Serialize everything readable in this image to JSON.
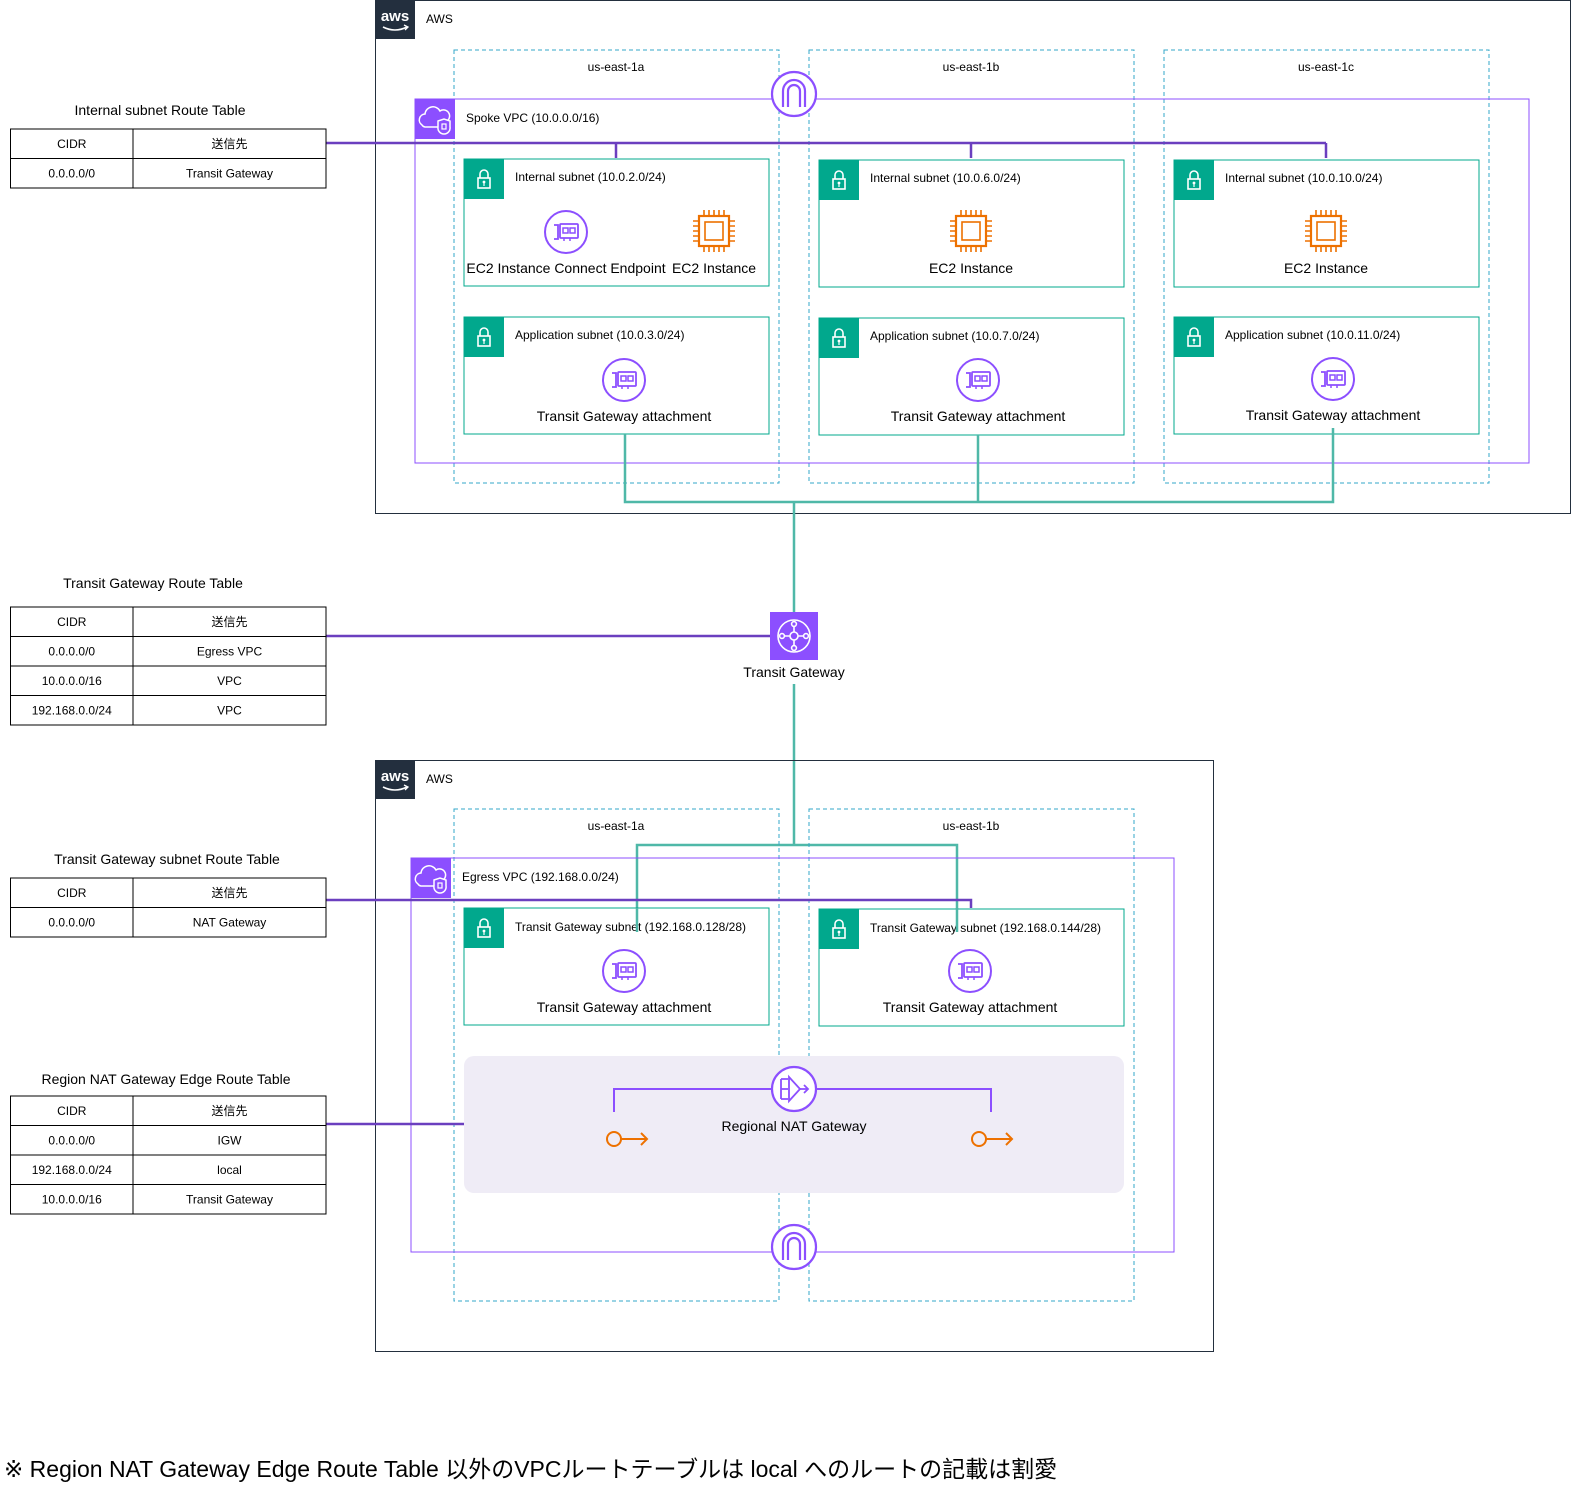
{
  "route_tables": {
    "internal": {
      "title": "Internal subnet Route Table",
      "headers": [
        "CIDR",
        "送信先"
      ],
      "rows": [
        [
          "0.0.0.0/0",
          "Transit Gateway"
        ]
      ]
    },
    "transit_gateway": {
      "title": "Transit Gateway Route Table",
      "headers": [
        "CIDR",
        "送信先"
      ],
      "rows": [
        [
          "0.0.0.0/0",
          "Egress VPC"
        ],
        [
          "10.0.0.0/16",
          "VPC"
        ],
        [
          "192.168.0.0/24",
          "VPC"
        ]
      ]
    },
    "tgw_subnet": {
      "title": "Transit Gateway subnet Route Table",
      "headers": [
        "CIDR",
        "送信先"
      ],
      "rows": [
        [
          "0.0.0.0/0",
          "NAT Gateway"
        ]
      ]
    },
    "nat_edge": {
      "title": "Region NAT Gateway Edge Route Table",
      "headers": [
        "CIDR",
        "送信先"
      ],
      "rows": [
        [
          "0.0.0.0/0",
          "IGW"
        ],
        [
          "192.168.0.0/24",
          "local"
        ],
        [
          "10.0.0.0/16",
          "Transit Gateway"
        ]
      ]
    }
  },
  "spoke": {
    "cloud_label": "AWS",
    "aws_logo": "aws",
    "az": [
      "us-east-1a",
      "us-east-1b",
      "us-east-1c"
    ],
    "vpc_label": "Spoke VPC (10.0.0.0/16)",
    "internal_subnets": [
      "Internal subnet (10.0.2.0/24)",
      "Internal subnet (10.0.6.0/24)",
      "Internal subnet (10.0.10.0/24)"
    ],
    "app_subnets": [
      "Application subnet (10.0.3.0/24)",
      "Application subnet (10.0.7.0/24)",
      "Application subnet (10.0.11.0/24)"
    ],
    "eice_label": "EC2 Instance Connect Endpoint",
    "ec2_label": "EC2 Instance",
    "attachment_label": "Transit Gateway attachment"
  },
  "transit_gateway_label": "Transit Gateway",
  "egress": {
    "cloud_label": "AWS",
    "aws_logo": "aws",
    "az": [
      "us-east-1a",
      "us-east-1b"
    ],
    "vpc_label": "Egress VPC (192.168.0.0/24)",
    "tgw_subnets": [
      "Transit Gateway subnet (192.168.0.128/28)",
      "Transit Gateway subnet (192.168.0.144/28)"
    ],
    "attachment_label": "Transit Gateway attachment",
    "nat_label": "Regional NAT Gateway"
  },
  "colors": {
    "vpc_purple": "#8c4fff",
    "subnet_teal": "#01a88d",
    "az_dashed": "#33a7c9",
    "connector_purple": "#6b3fbf",
    "connector_teal": "#4fb8a8",
    "ec2_orange": "#ed7100",
    "nat_region_bg": "#efecf6"
  },
  "footnote": "※ Region NAT Gateway Edge Route Table 以外のVPCルートテーブルは local へのルートの記載は割愛"
}
